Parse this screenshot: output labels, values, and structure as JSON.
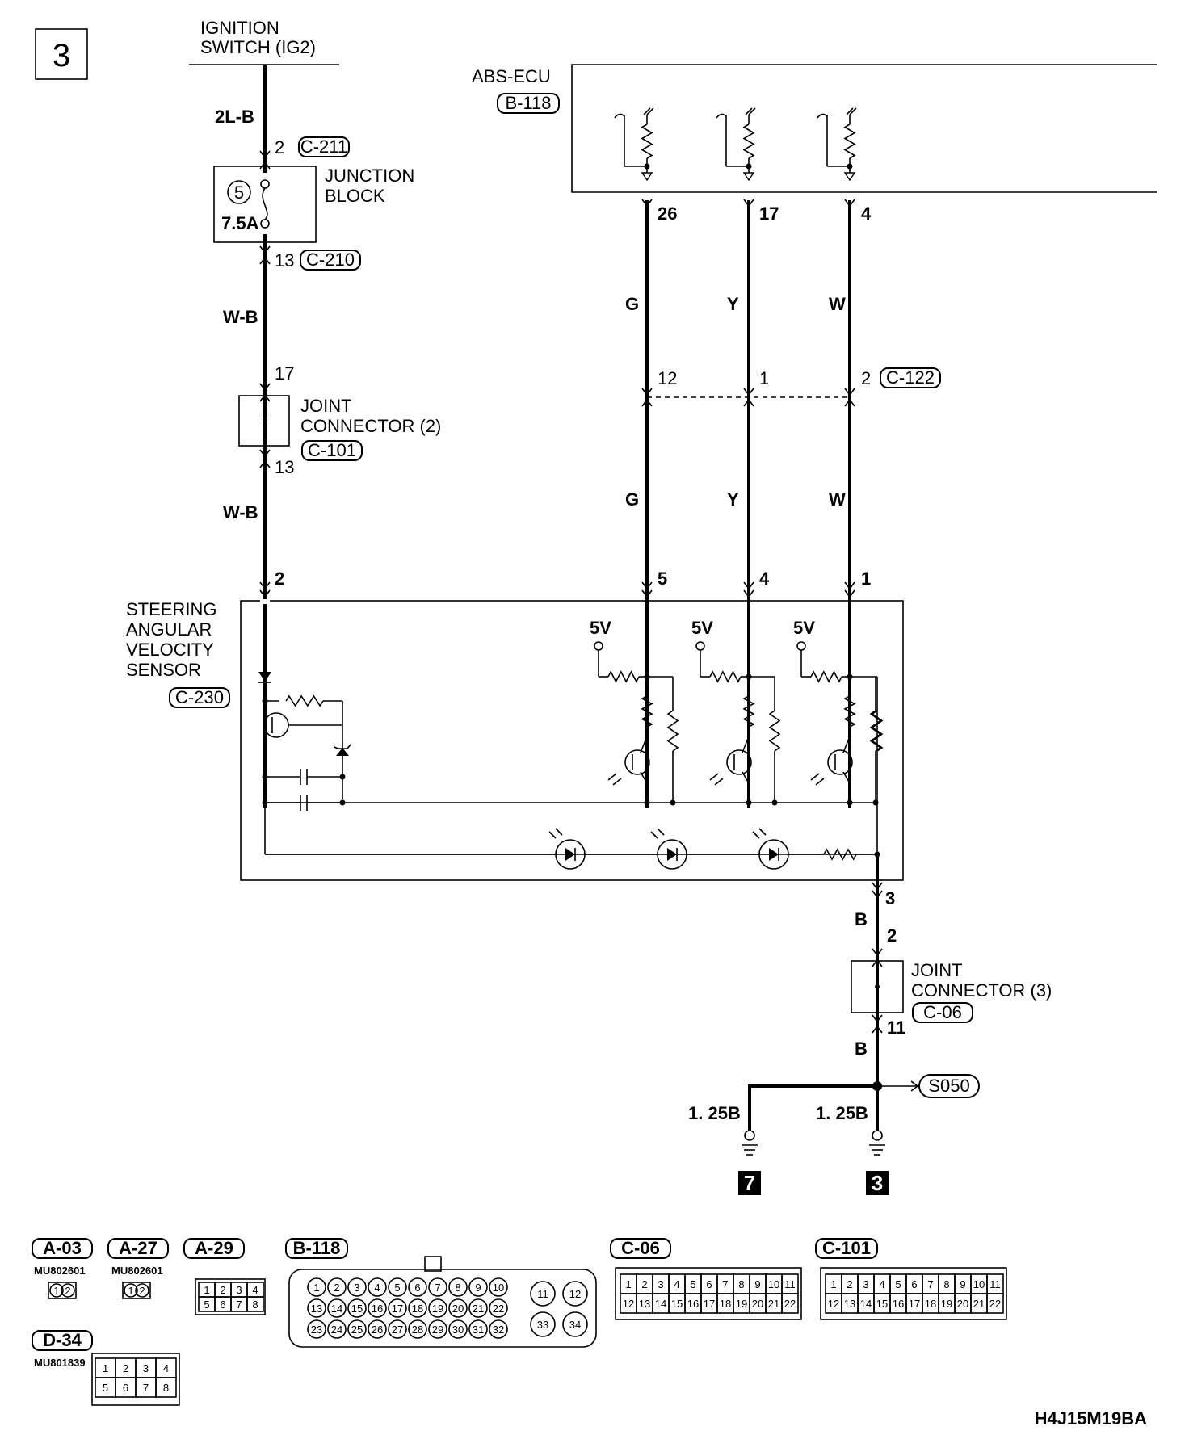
{
  "page_marker": "3",
  "ignition": {
    "line1": "IGNITION",
    "line2": "SWITCH (IG2)",
    "wire": "2L-B"
  },
  "junction_block": {
    "name1": "JUNCTION",
    "name2": "BLOCK",
    "fuse_no": "5",
    "fuse_rating": "7.5A",
    "pin_in": "2",
    "conn_in": "C-211",
    "pin_out": "13",
    "conn_out": "C-210"
  },
  "joint_connector_2": {
    "name1": "JOINT",
    "name2": "CONNECTOR (2)",
    "pin_in": "17",
    "pin_out": "13",
    "conn": "C-101",
    "wire_in": "W-B",
    "wire_out": "W-B"
  },
  "abs_ecu": {
    "name": "ABS-ECU",
    "conn": "B-118",
    "pins": [
      "26",
      "17",
      "4"
    ]
  },
  "wires_upper": [
    "G",
    "Y",
    "W"
  ],
  "intermediate_connector": {
    "pins": [
      "12",
      "1",
      "2"
    ],
    "conn": "C-122"
  },
  "wires_lower": [
    "G",
    "Y",
    "W"
  ],
  "sensor": {
    "line1": "STEERING",
    "line2": "ANGULAR",
    "line3": "VELOCITY",
    "line4": "SENSOR",
    "conn": "C-230",
    "pin_power": "2",
    "pins_signal": [
      "5",
      "4",
      "1"
    ],
    "pin_ground": "3",
    "supply_labels": [
      "5V",
      "5V",
      "5V"
    ]
  },
  "joint_connector_3": {
    "name1": "JOINT",
    "name2": "CONNECTOR (3)",
    "pin_in": "2",
    "pin_out": "11",
    "conn": "C-06",
    "wire_in": "B",
    "wire_out": "B"
  },
  "ground": {
    "splice": "S050",
    "wire_left": "1. 25B",
    "wire_right": "1. 25B",
    "ref_left": "7",
    "ref_right": "3"
  },
  "connectors": {
    "a03": {
      "id": "A-03",
      "part": "MU802601",
      "pins": [
        "1",
        "2"
      ]
    },
    "a27": {
      "id": "A-27",
      "part": "MU802601",
      "pins": [
        "1",
        "2"
      ]
    },
    "a29": {
      "id": "A-29",
      "pins": [
        "1",
        "2",
        "3",
        "4",
        "5",
        "6",
        "7",
        "8"
      ]
    },
    "b118": {
      "id": "B-118",
      "pins": [
        "1",
        "2",
        "3",
        "4",
        "5",
        "6",
        "7",
        "8",
        "9",
        "10",
        "11",
        "12",
        "13",
        "14",
        "15",
        "16",
        "17",
        "18",
        "19",
        "20",
        "21",
        "22",
        "23",
        "24",
        "25",
        "26",
        "27",
        "28",
        "29",
        "30",
        "31",
        "32",
        "33",
        "34"
      ]
    },
    "c06": {
      "id": "C-06",
      "pins": [
        "1",
        "2",
        "3",
        "4",
        "5",
        "6",
        "7",
        "8",
        "9",
        "10",
        "11",
        "12",
        "13",
        "14",
        "15",
        "16",
        "17",
        "18",
        "19",
        "20",
        "21",
        "22"
      ]
    },
    "c101": {
      "id": "C-101",
      "pins": [
        "1",
        "2",
        "3",
        "4",
        "5",
        "6",
        "7",
        "8",
        "9",
        "10",
        "11",
        "12",
        "13",
        "14",
        "15",
        "16",
        "17",
        "18",
        "19",
        "20",
        "21",
        "22"
      ]
    },
    "d34": {
      "id": "D-34",
      "part": "MU801839",
      "pins": [
        "1",
        "2",
        "3",
        "4",
        "5",
        "6",
        "7",
        "8"
      ]
    }
  },
  "figure_code": "H4J15M19BA"
}
